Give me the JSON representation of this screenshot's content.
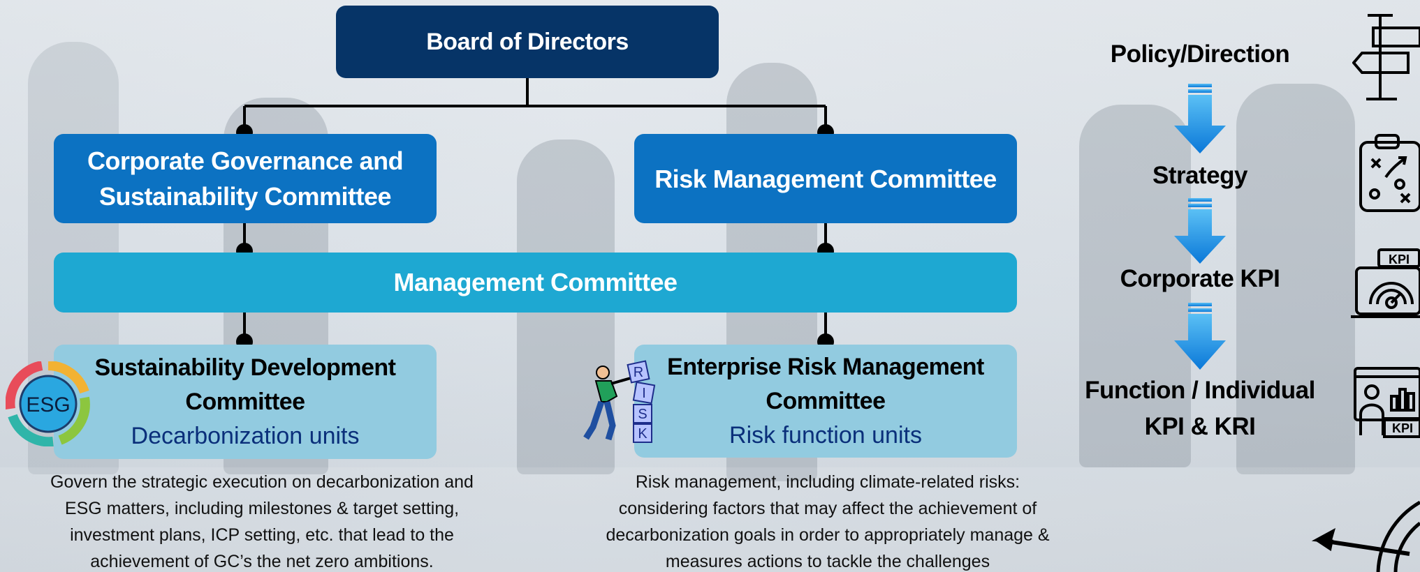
{
  "board": {
    "label": "Board of Directors"
  },
  "committees": {
    "cgsc": {
      "line1": "Corporate Governance and",
      "line2": "Sustainability Committee"
    },
    "rmc": {
      "label": "Risk Management Committee"
    }
  },
  "management": {
    "label": "Management Committee"
  },
  "sdc": {
    "line1": "Sustainability Development",
    "line2": "Committee",
    "unit": "Decarbonization units",
    "icon_text": "ESG"
  },
  "erm": {
    "line1": "Enterprise Risk Management",
    "line2": "Committee",
    "unit": "Risk function units",
    "icon_letters": [
      "R",
      "I",
      "S",
      "K"
    ]
  },
  "descriptions": {
    "left": [
      "Govern the strategic execution on decarbonization and",
      "ESG matters, including milestones & target setting,",
      "investment plans, ICP setting, etc. that lead to the",
      "achievement of GC’s the net zero ambitions."
    ],
    "right": [
      "Risk management, including climate-related risks:",
      "considering factors that may affect the achievement of",
      "decarbonization goals in order to  appropriately manage &",
      "measures actions to tackle the challenges"
    ]
  },
  "flow": {
    "step1": "Policy/Direction",
    "step2": "Strategy",
    "step3": "Corporate KPI",
    "step4_line1": "Function / Individual",
    "step4_line2": "KPI & KRI"
  },
  "icons": {
    "kpi_label": "KPI"
  },
  "colors": {
    "board": "#063467",
    "committee": "#0c72c2",
    "management": "#1ea8d2",
    "sub_committee": "#92cbe0",
    "arrow": "#1a8ee0",
    "unit_text": "#0a2f7a"
  }
}
